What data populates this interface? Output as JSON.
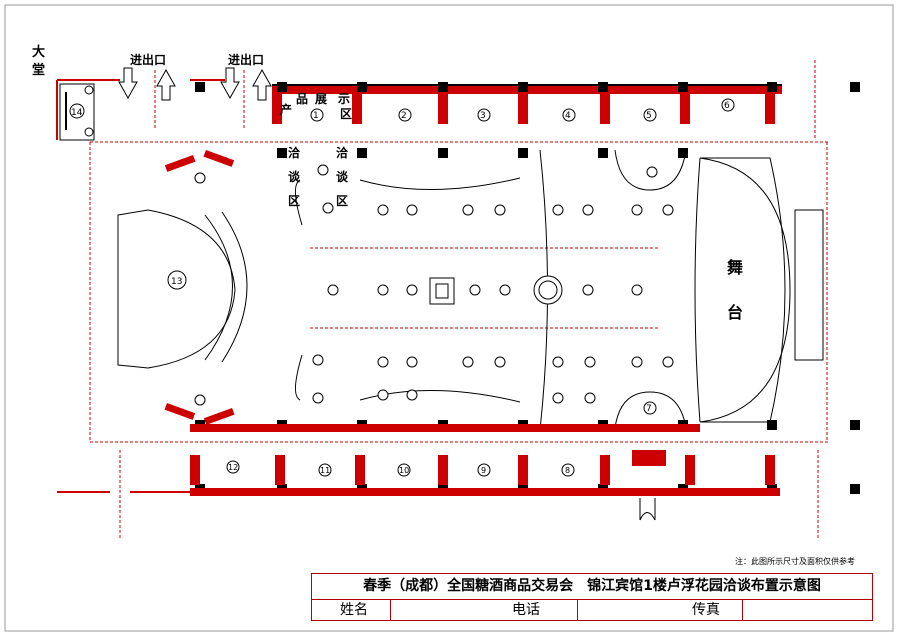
{
  "labels": {
    "lobby": "大\n堂",
    "entrance_left": "进出口",
    "entrance_right": "进出口",
    "expo_area": "产 品 展 示 区",
    "negotiate_left": "洽\n谈\n区",
    "negotiate_right": "洽\n谈\n区",
    "stage": "舞\n台"
  },
  "booth_numbers": [
    "①",
    "②",
    "③",
    "④",
    "⑤",
    "⑥",
    "⑦",
    "⑧",
    "⑨",
    "⑩",
    "⑪",
    "⑫",
    "⑬",
    "⑭"
  ],
  "note": "注：此图所示尺寸及面积仅供参考",
  "title_block": {
    "title": "春季（成都）全国糖酒商品交易会　锦江宾馆1楼卢浮花园洽谈布置示意图",
    "name_label": "姓名",
    "phone_label": "电话",
    "fax_label": "传真"
  },
  "colors": {
    "wall_red": "#cc0000",
    "dim_red": "#cc0000",
    "line": "#000000"
  }
}
